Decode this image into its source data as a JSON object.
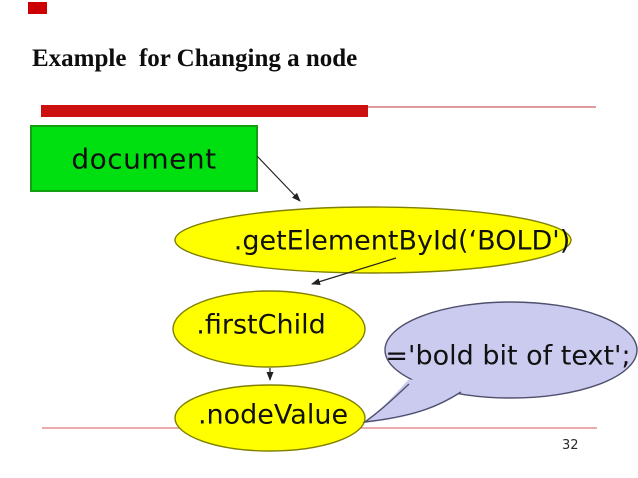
{
  "slide": {
    "title": "Example  for Changing a node",
    "page_number": "32"
  },
  "diagram": {
    "document_box_label": "document",
    "get_element_label": ".getElementById(‘BOLD')",
    "first_child_label": ".firstChild",
    "node_value_label": ".nodeValue",
    "bubble_label": "='bold bit of text';"
  },
  "colors": {
    "corner_red": "#cc0000",
    "bar_red": "#cc1010",
    "rule_pink": "#e09c9c",
    "bottom_rule_pink": "#eaacac",
    "box_green": "#00df10",
    "box_green_border": "#12a012",
    "ellipse_yellow": "#ffff00",
    "ellipse_border": "#808000",
    "bubble_lavender": "#cbcbf0",
    "bubble_border": "#50506e",
    "arrow_black": "#222222",
    "text_black": "#111111"
  }
}
